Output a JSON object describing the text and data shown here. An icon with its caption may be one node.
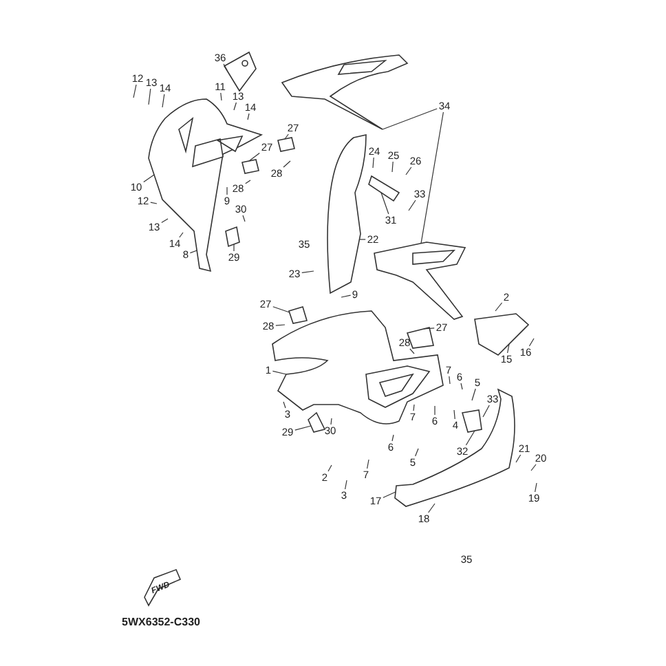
{
  "diagram": {
    "nodes": [
      {
        "text": [
          "36"
        ]
      },
      {
        "text": [
          "12"
        ]
      },
      {
        "text": [
          "13"
        ]
      },
      {
        "text": [
          "14"
        ]
      },
      {
        "text": [
          "34"
        ]
      },
      {
        "text": [
          "11"
        ]
      },
      {
        "text": [
          "13"
        ]
      },
      {
        "text": [
          "14"
        ]
      },
      {
        "text": [
          "27"
        ]
      },
      {
        "text": [
          "27"
        ]
      },
      {
        "text": [
          "24"
        ]
      },
      {
        "text": [
          "25"
        ]
      },
      {
        "text": [
          "26"
        ]
      },
      {
        "text": [
          "28"
        ]
      },
      {
        "text": [
          "10"
        ]
      },
      {
        "text": [
          "33"
        ]
      },
      {
        "text": [
          "28"
        ]
      },
      {
        "text": [
          "9"
        ]
      },
      {
        "text": [
          "12"
        ]
      },
      {
        "text": [
          "30"
        ]
      },
      {
        "text": [
          "13"
        ]
      },
      {
        "text": [
          "14"
        ]
      },
      {
        "text": [
          "31"
        ]
      },
      {
        "text": [
          "22"
        ]
      },
      {
        "text": [
          "29"
        ]
      },
      {
        "text": [
          "8"
        ]
      },
      {
        "text": [
          "23"
        ]
      },
      {
        "text": [
          "9"
        ]
      },
      {
        "text": [
          "27"
        ]
      },
      {
        "text": [
          "2"
        ]
      },
      {
        "text": [
          "28"
        ]
      },
      {
        "text": [
          "27"
        ]
      },
      {
        "text": [
          "28"
        ]
      },
      {
        "text": [
          "16"
        ]
      },
      {
        "text": [
          "15"
        ]
      },
      {
        "text": [
          "1"
        ]
      },
      {
        "text": [
          "7"
        ]
      },
      {
        "text": [
          "6"
        ]
      },
      {
        "text": [
          "5"
        ]
      },
      {
        "text": [
          "3"
        ]
      },
      {
        "text": [
          "7"
        ]
      },
      {
        "text": [
          "6"
        ]
      },
      {
        "text": [
          "4"
        ]
      },
      {
        "text": [
          "33"
        ]
      },
      {
        "text": [
          "30"
        ]
      },
      {
        "text": [
          "29"
        ]
      },
      {
        "text": [
          "21"
        ]
      },
      {
        "text": [
          "32"
        ]
      },
      {
        "text": [
          "6"
        ]
      },
      {
        "text": [
          "20"
        ]
      },
      {
        "text": [
          "5"
        ]
      },
      {
        "text": [
          "7"
        ]
      },
      {
        "text": [
          "2"
        ]
      },
      {
        "text": [
          "3"
        ]
      },
      {
        "text": [
          "19"
        ]
      },
      {
        "text": [
          "17"
        ]
      },
      {
        "text": [
          "18"
        ]
      },
      {
        "text": [],
        "shape": "picture"
      },
      {
        "text": [],
        "shape": "picture"
      },
      {
        "text": [],
        "shape": "picture"
      },
      {
        "text": [],
        "shape": "picture"
      },
      {
        "text": [],
        "shape": "picture"
      },
      {
        "text": [],
        "shape": "picture"
      },
      {
        "text": [],
        "shape": "picture"
      },
      {
        "text": [],
        "shape": "picture"
      },
      {
        "text": [],
        "shape": "picture"
      },
      {
        "text": [],
        "shape": "picture"
      },
      {
        "text": [],
        "shape": "picture"
      },
      {
        "text": [],
        "shape": "picture"
      },
      {
        "text": [],
        "shape": "picture"
      },
      {
        "text": [],
        "shape": "picture"
      },
      {
        "text": [],
        "shape": "picture"
      },
      {
        "text": [],
        "shape": "picture"
      }
    ],
    "edges": [
      {
        "from": 0,
        "to": 57,
        "arrow": "none"
      },
      {
        "from": 1,
        "to": null,
        "arrow": "none"
      },
      {
        "from": 2,
        "to": null,
        "arrow": "none"
      },
      {
        "from": 3,
        "to": null,
        "arrow": "none"
      },
      {
        "from": 4,
        "to": 58,
        "arrow": "none"
      },
      {
        "from": 4,
        "to": 63,
        "arrow": "none"
      },
      {
        "from": 5,
        "to": null,
        "arrow": "none"
      },
      {
        "from": 6,
        "to": null,
        "arrow": "none"
      },
      {
        "from": 7,
        "to": null,
        "arrow": "none"
      },
      {
        "from": 8,
        "to": 65,
        "arrow": "none"
      },
      {
        "from": 9,
        "to": 66,
        "arrow": "none"
      },
      {
        "from": 10,
        "to": null,
        "arrow": "none"
      },
      {
        "from": 11,
        "to": null,
        "arrow": "none"
      },
      {
        "from": 12,
        "to": null,
        "arrow": "none"
      },
      {
        "from": 13,
        "to": null,
        "arrow": "none"
      },
      {
        "from": 14,
        "to": 59,
        "arrow": "none"
      },
      {
        "from": 15,
        "to": null,
        "arrow": "none"
      },
      {
        "from": 16,
        "to": null,
        "arrow": "none"
      },
      {
        "from": 17,
        "to": null,
        "arrow": "none"
      },
      {
        "from": 18,
        "to": null,
        "arrow": "none"
      },
      {
        "from": 19,
        "to": null,
        "arrow": "none"
      },
      {
        "from": 20,
        "to": null,
        "arrow": "none"
      },
      {
        "from": 21,
        "to": null,
        "arrow": "none"
      },
      {
        "from": 22,
        "to": 62,
        "arrow": "none"
      },
      {
        "from": 23,
        "to": 61,
        "arrow": "none"
      },
      {
        "from": 24,
        "to": 60,
        "arrow": "none"
      },
      {
        "from": 25,
        "to": 59,
        "arrow": "none"
      },
      {
        "from": 26,
        "to": null,
        "arrow": "none"
      },
      {
        "from": 27,
        "to": null,
        "arrow": "none"
      },
      {
        "from": 28,
        "to": 67,
        "arrow": "none"
      },
      {
        "from": 29,
        "to": null,
        "arrow": "none"
      },
      {
        "from": 30,
        "to": null,
        "arrow": "none"
      },
      {
        "from": 31,
        "to": 68,
        "arrow": "none"
      },
      {
        "from": 32,
        "to": null,
        "arrow": "none"
      },
      {
        "from": 33,
        "to": null,
        "arrow": "none"
      },
      {
        "from": 34,
        "to": 64,
        "arrow": "none"
      },
      {
        "from": 35,
        "to": 69,
        "arrow": "none"
      },
      {
        "from": 36,
        "to": null,
        "arrow": "none"
      },
      {
        "from": 37,
        "to": null,
        "arrow": "none"
      },
      {
        "from": 38,
        "to": null,
        "arrow": "none"
      },
      {
        "from": 39,
        "to": null,
        "arrow": "none"
      },
      {
        "from": 40,
        "to": null,
        "arrow": "none"
      },
      {
        "from": 41,
        "to": null,
        "arrow": "none"
      },
      {
        "from": 42,
        "to": null,
        "arrow": "none"
      },
      {
        "from": 43,
        "to": null,
        "arrow": "none"
      },
      {
        "from": 44,
        "to": null,
        "arrow": "none"
      },
      {
        "from": 45,
        "to": 72,
        "arrow": "none"
      },
      {
        "from": 46,
        "to": null,
        "arrow": "none"
      },
      {
        "from": 47,
        "to": 71,
        "arrow": "none"
      },
      {
        "from": 48,
        "to": null,
        "arrow": "none"
      },
      {
        "from": 49,
        "to": null,
        "arrow": "none"
      },
      {
        "from": 50,
        "to": null,
        "arrow": "none"
      },
      {
        "from": 51,
        "to": null,
        "arrow": "none"
      },
      {
        "from": 52,
        "to": null,
        "arrow": "none"
      },
      {
        "from": 53,
        "to": null,
        "arrow": "none"
      },
      {
        "from": 54,
        "to": null,
        "arrow": "none"
      },
      {
        "from": 55,
        "to": 70,
        "arrow": "none"
      },
      {
        "from": 56,
        "to": null,
        "arrow": "none"
      }
    ],
    "labels": [
      "35",
      "35",
      "FWD",
      "5WX6352-C330"
    ]
  }
}
